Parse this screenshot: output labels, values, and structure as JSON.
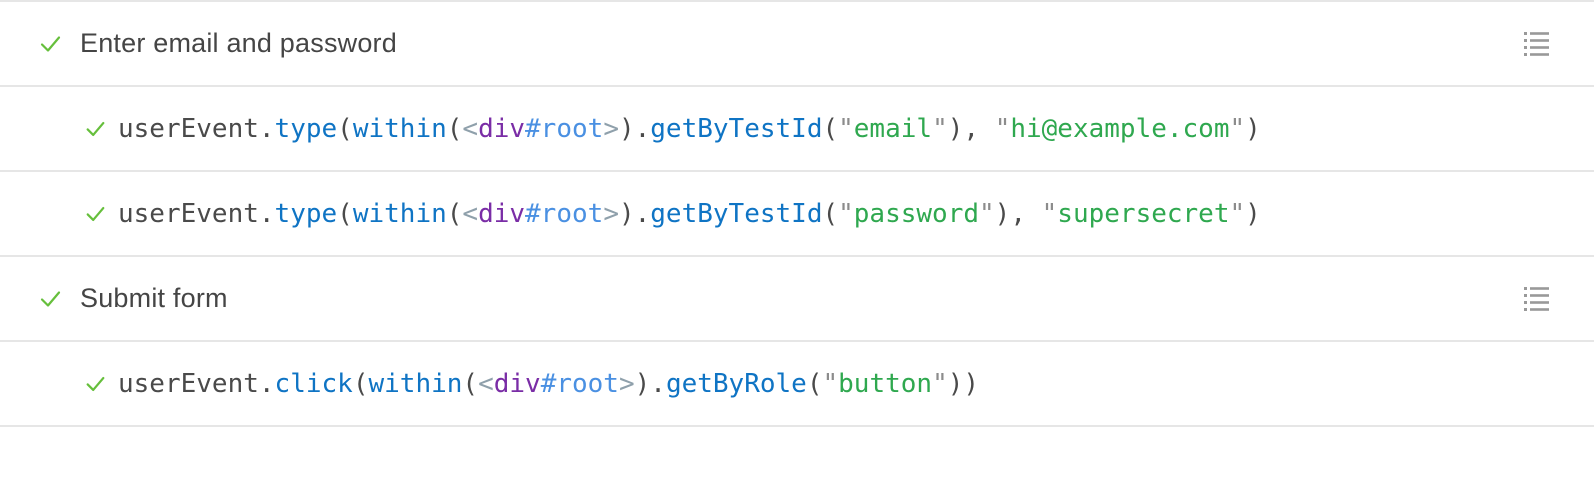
{
  "colors": {
    "check_green": "#66BF3C",
    "divider": "#e6e6e6",
    "icon_gray": "#999999",
    "header_text": "#454545",
    "token": {
      "base": "#4a4a4a",
      "method": "#0f74c4",
      "tag": "#7a2da6",
      "id": "#4a90e2",
      "bracket": "#8fa0ab",
      "quote": "#8c8c8c",
      "string": "#2fa84f"
    }
  },
  "rows": [
    {
      "kind": "interaction",
      "status": "passed",
      "label": "Enter email and password",
      "icon": "list-icon"
    },
    {
      "kind": "call",
      "status": "passed",
      "text": "userEvent.type(within(<div#root>).getByTestId(\"email\"), \"hi@example.com\")",
      "tokens": [
        {
          "t": "userEvent",
          "c": "base"
        },
        {
          "t": ".",
          "c": "base"
        },
        {
          "t": "type",
          "c": "method"
        },
        {
          "t": "(",
          "c": "base"
        },
        {
          "t": "within",
          "c": "method"
        },
        {
          "t": "(",
          "c": "base"
        },
        {
          "t": "<",
          "c": "bracket"
        },
        {
          "t": "div",
          "c": "tag"
        },
        {
          "t": "#root",
          "c": "id"
        },
        {
          "t": ">",
          "c": "bracket"
        },
        {
          "t": ")",
          "c": "base"
        },
        {
          "t": ".",
          "c": "base"
        },
        {
          "t": "getByTestId",
          "c": "method"
        },
        {
          "t": "(",
          "c": "base"
        },
        {
          "t": "\"",
          "c": "quote"
        },
        {
          "t": "email",
          "c": "string"
        },
        {
          "t": "\"",
          "c": "quote"
        },
        {
          "t": ")",
          "c": "base"
        },
        {
          "t": ", ",
          "c": "base"
        },
        {
          "t": "\"",
          "c": "quote"
        },
        {
          "t": "hi@example.com",
          "c": "string"
        },
        {
          "t": "\"",
          "c": "quote"
        },
        {
          "t": ")",
          "c": "base"
        }
      ]
    },
    {
      "kind": "call",
      "status": "passed",
      "text": "userEvent.type(within(<div#root>).getByTestId(\"password\"), \"supersecret\")",
      "tokens": [
        {
          "t": "userEvent",
          "c": "base"
        },
        {
          "t": ".",
          "c": "base"
        },
        {
          "t": "type",
          "c": "method"
        },
        {
          "t": "(",
          "c": "base"
        },
        {
          "t": "within",
          "c": "method"
        },
        {
          "t": "(",
          "c": "base"
        },
        {
          "t": "<",
          "c": "bracket"
        },
        {
          "t": "div",
          "c": "tag"
        },
        {
          "t": "#root",
          "c": "id"
        },
        {
          "t": ">",
          "c": "bracket"
        },
        {
          "t": ")",
          "c": "base"
        },
        {
          "t": ".",
          "c": "base"
        },
        {
          "t": "getByTestId",
          "c": "method"
        },
        {
          "t": "(",
          "c": "base"
        },
        {
          "t": "\"",
          "c": "quote"
        },
        {
          "t": "password",
          "c": "string"
        },
        {
          "t": "\"",
          "c": "quote"
        },
        {
          "t": ")",
          "c": "base"
        },
        {
          "t": ", ",
          "c": "base"
        },
        {
          "t": "\"",
          "c": "quote"
        },
        {
          "t": "supersecret",
          "c": "string"
        },
        {
          "t": "\"",
          "c": "quote"
        },
        {
          "t": ")",
          "c": "base"
        }
      ]
    },
    {
      "kind": "interaction",
      "status": "passed",
      "label": "Submit form",
      "icon": "list-icon"
    },
    {
      "kind": "call",
      "status": "passed",
      "text": "userEvent.click(within(<div#root>).getByRole(\"button\"))",
      "tokens": [
        {
          "t": "userEvent",
          "c": "base"
        },
        {
          "t": ".",
          "c": "base"
        },
        {
          "t": "click",
          "c": "method"
        },
        {
          "t": "(",
          "c": "base"
        },
        {
          "t": "within",
          "c": "method"
        },
        {
          "t": "(",
          "c": "base"
        },
        {
          "t": "<",
          "c": "bracket"
        },
        {
          "t": "div",
          "c": "tag"
        },
        {
          "t": "#root",
          "c": "id"
        },
        {
          "t": ">",
          "c": "bracket"
        },
        {
          "t": ")",
          "c": "base"
        },
        {
          "t": ".",
          "c": "base"
        },
        {
          "t": "getByRole",
          "c": "method"
        },
        {
          "t": "(",
          "c": "base"
        },
        {
          "t": "\"",
          "c": "quote"
        },
        {
          "t": "button",
          "c": "string"
        },
        {
          "t": "\"",
          "c": "quote"
        },
        {
          "t": ")",
          "c": "base"
        },
        {
          "t": ")",
          "c": "base"
        }
      ]
    }
  ]
}
